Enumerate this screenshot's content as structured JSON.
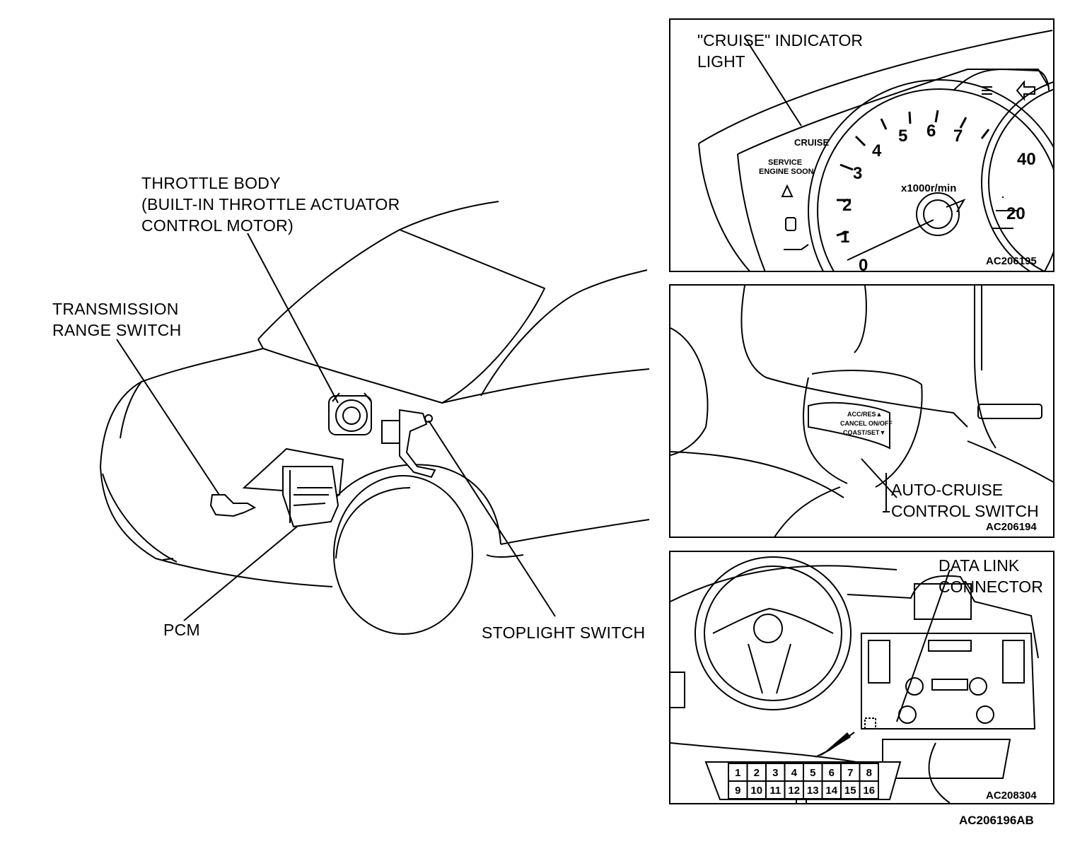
{
  "labels": {
    "throttle_body": "THROTTLE BODY\n(BUILT-IN THROTTLE ACTUATOR\nCONTROL MOTOR)",
    "transmission_range_switch": "TRANSMISSION\nRANGE SWITCH",
    "pcm": "PCM",
    "stoplight_switch": "STOPLIGHT SWITCH",
    "figure_code": "AC206196AB"
  },
  "insets": {
    "cluster": {
      "label": "\"CRUISE\" INDICATOR\nLIGHT",
      "code": "AC206195",
      "cruise_text": "CRUISE",
      "service_text": "SERVICE\nENGINE SOON",
      "tach_unit": "x1000r/min",
      "tach_numbers": [
        "0",
        "1",
        "2",
        "3",
        "4",
        "5",
        "6",
        "7"
      ],
      "speed_numbers": [
        "20",
        "40"
      ]
    },
    "switch": {
      "label": "AUTO-CRUISE\nCONTROL SWITCH",
      "code": "AC206194",
      "switch_lines": [
        "ACC/RES▲",
        "CANCEL ON/OFF",
        "COAST/SET▼"
      ]
    },
    "dash": {
      "label": "DATA LINK\nCONNECTOR",
      "code": "AC208304",
      "pins_top": [
        "1",
        "2",
        "3",
        "4",
        "5",
        "6",
        "7",
        "8"
      ],
      "pins_bottom": [
        "9",
        "10",
        "11",
        "12",
        "13",
        "14",
        "15",
        "16"
      ]
    }
  }
}
